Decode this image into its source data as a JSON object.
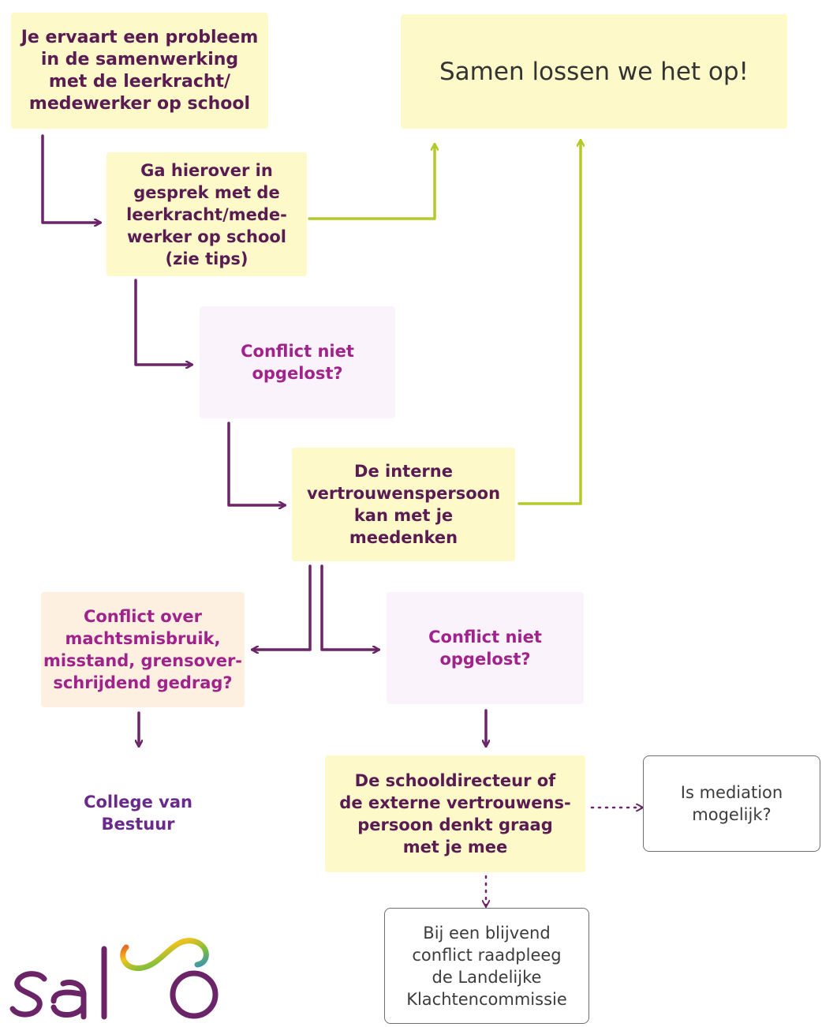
{
  "boxes": {
    "start": "Je ervaart een probleem\nin de samenwerking\nmet de leerkracht/\nmedewerker op school",
    "solved": "Samen lossen we het op!",
    "talk": "Ga hierover in\ngesprek met de\nleerkracht/mede-\nwerker op school\n(zie tips)",
    "not_solved_1": "Conflict niet\nopgelost?",
    "internal": "De interne\nvertrouwenspersoon\nkan met je\nmeedenken",
    "abuse": "Conflict over\nmachtsmisbruik,\nmisstand, grensover-\nschrijdend gedrag?",
    "not_solved_2": "Conflict niet\nopgelost?",
    "board": "College van\nBestuur",
    "director": "De schooldirecteur of\nde externe vertrouwens-\npersoon denkt graag\nmet je mee",
    "mediation": "Is mediation\nmogelijk?",
    "commission": "Bij een blijvend\nconflict raadpleeg\nde Landelijke\nKlachtencommissie"
  },
  "logo": {
    "text": "salto"
  },
  "colors": {
    "purple": "#6b2468",
    "green": "#b5c92a",
    "yellow_fill": "#fdf9c9",
    "pink_fill": "#fbf3fb",
    "salmon_fill": "#fdf0e0",
    "text_purple": "#5a1b52",
    "text_magenta": "#a0228b"
  }
}
